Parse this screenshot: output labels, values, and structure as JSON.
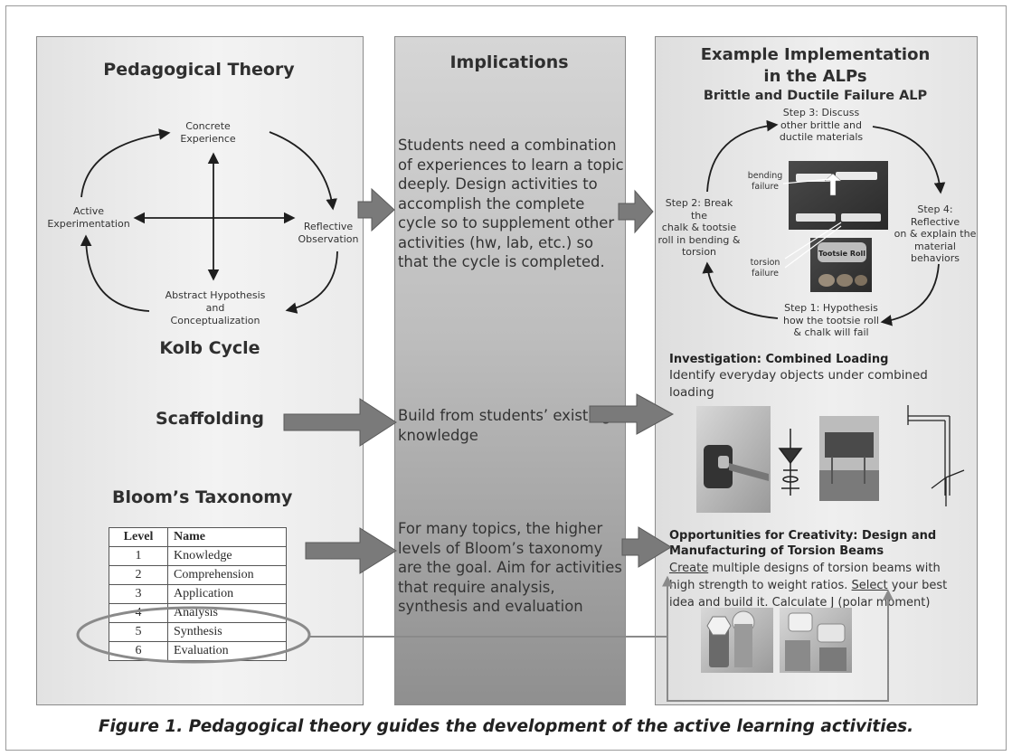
{
  "panel1": {
    "title": "Pedagogical Theory",
    "kolb": {
      "top": "Concrete\nExperience",
      "right": "Reflective\nObservation",
      "bottom": "Abstract Hypothesis\nand\nConceptualization",
      "left": "Active\nExperimentation",
      "label": "Kolb Cycle"
    },
    "scaffolding": "Scaffolding",
    "bloom_title": "Bloom’s Taxonomy",
    "bloom_headers": [
      "Level",
      "Name"
    ],
    "bloom_rows": [
      [
        "1",
        "Knowledge"
      ],
      [
        "2",
        "Comprehension"
      ],
      [
        "3",
        "Application"
      ],
      [
        "4",
        "Analysis"
      ],
      [
        "5",
        "Synthesis"
      ],
      [
        "6",
        "Evaluation"
      ]
    ]
  },
  "panel2": {
    "title": "Implications",
    "kolb_text": "Students need a combination of experiences to learn a topic deeply. Design activities to accomplish the complete cycle so to supplement other activities (hw, lab, etc.) so that the cycle is completed.",
    "scaffold_text": "Build from students’ existing knowledge",
    "bloom_text": "For many topics, the higher levels of Bloom’s taxonomy are the goal. Aim for activities that require analysis, synthesis and evaluation"
  },
  "panel3": {
    "title_line1": "Example Implementation",
    "title_line2": "in the ALPs",
    "subtitle": "Brittle and Ductile Failure ALP",
    "step3": "Step 3: Discuss\nother brittle and\nductile materials",
    "step2": "Step 2: Break the\nchalk & tootsie\nroll in bending &\ntorsion",
    "step4": "Step 4: Reflective\non & explain the\nmaterial\nbehaviors",
    "step1": "Step 1: Hypothesis\nhow the tootsie roll\n& chalk will fail",
    "bending_label": "bending\nfailure",
    "torsion_label": "torsion\nfailure",
    "tootsie_label": "Tootsie Roll",
    "investigation_title": "Investigation: Combined Loading",
    "investigation_text": "Identify everyday objects under combined loading",
    "creativity_title_1": "Opportunities for Creativity: Design and",
    "creativity_title_2": "Manufacturing  of Torsion Beams",
    "creativity_word1": "Create",
    "creativity_text1": " multiple designs of torsion beams with high strength to weight ratios. ",
    "creativity_word2": "Select",
    "creativity_text2": " your best idea and build it. Calculate  J (polar moment)"
  },
  "caption": "Figure 1. Pedagogical theory guides the development of the active learning activities.",
  "colors": {
    "arrow_fill": "#7a7a7a",
    "highlight_ellipse": "#8a8a8a"
  }
}
